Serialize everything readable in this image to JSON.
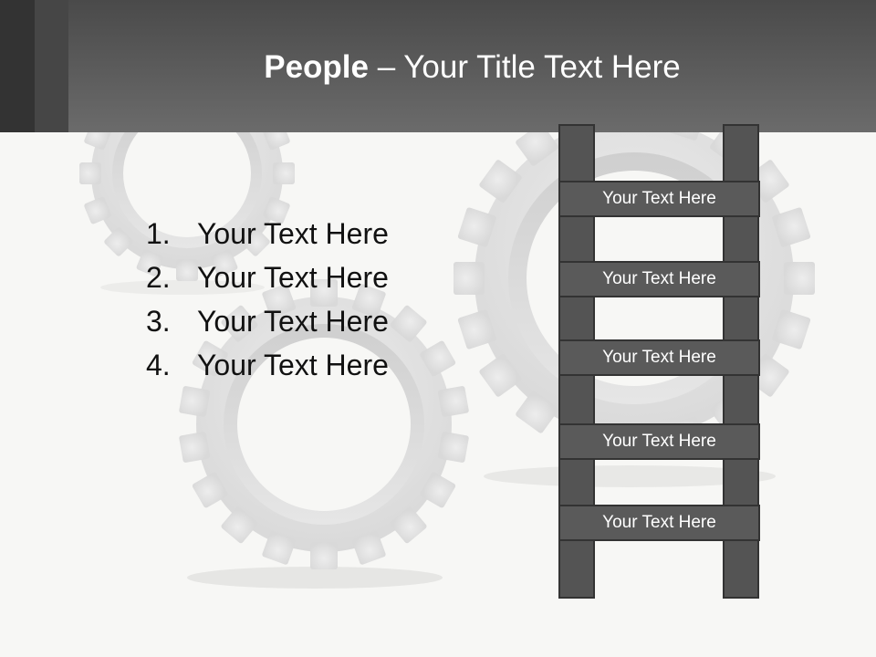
{
  "slide": {
    "title_bold": "People",
    "title_rest": " – Your Title Text Here"
  },
  "list": {
    "items": [
      {
        "number": "1.",
        "text": "Your Text Here"
      },
      {
        "number": "2.",
        "text": "Your Text Here"
      },
      {
        "number": "3.",
        "text": "Your Text Here"
      },
      {
        "number": "4.",
        "text": "Your Text Here"
      }
    ]
  },
  "ladder": {
    "rungs": [
      "Your Text Here",
      "Your Text Here",
      "Your Text Here",
      "Your Text Here",
      "Your Text Here"
    ]
  },
  "colors": {
    "header": "#5a5a5a",
    "background": "#f7f7f5",
    "ladder": "#545454",
    "gear": "#e2e2e2"
  }
}
